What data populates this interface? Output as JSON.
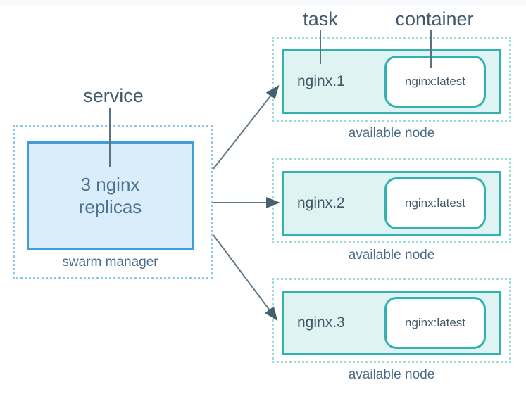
{
  "diagram": {
    "service_label": "service",
    "task_label": "task",
    "container_label": "container",
    "manager": {
      "replicas_line1": "3 nginx",
      "replicas_line2": "replicas",
      "caption": "swarm manager"
    },
    "nodes": [
      {
        "task_name": "nginx.1",
        "container_image": "nginx:latest",
        "caption": "available node"
      },
      {
        "task_name": "nginx.2",
        "container_image": "nginx:latest",
        "caption": "available node"
      },
      {
        "task_name": "nginx.3",
        "container_image": "nginx:latest",
        "caption": "available node"
      }
    ],
    "colors": {
      "manager_border": "#3e9fd8",
      "manager_fill": "#d9edfa",
      "manager_dotted_border": "#8ec6e9",
      "node_border": "#30b3ae",
      "node_fill": "#dff4f2",
      "node_dotted_border": "#9edcd8",
      "arrow_line": "#5d7585",
      "arrow_head": "#46606f",
      "text": "#42596c"
    }
  }
}
